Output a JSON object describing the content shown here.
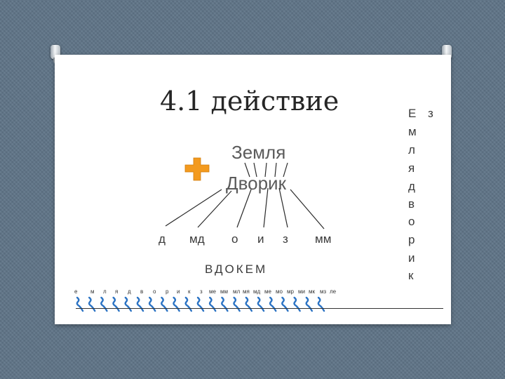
{
  "slide": {
    "title": "4.1 действие",
    "word1": "Земля",
    "word2": "Дворик",
    "plus_icon": "plus-icon",
    "accent_color": "#f39a1e",
    "pair_letters": [
      "д",
      "мд",
      "о",
      "и",
      "з",
      "мм"
    ],
    "vertical_letters": [
      "Е",
      "м",
      "л",
      "я",
      "д",
      "в",
      "о",
      "р",
      "и",
      "к"
    ],
    "corner_letter": "з",
    "vdokem": "ВДОКЕМ",
    "small_labels": [
      "е",
      "м",
      "л",
      "я",
      "д",
      "в",
      "о",
      "р",
      "и",
      "к",
      "з",
      "ме",
      "мм",
      "мл",
      "мя",
      "мд",
      "ме",
      "мо",
      "мр",
      "ми",
      "мк",
      "мз",
      "ле"
    ],
    "squiggle_icon": "squiggle-mark-icon"
  }
}
